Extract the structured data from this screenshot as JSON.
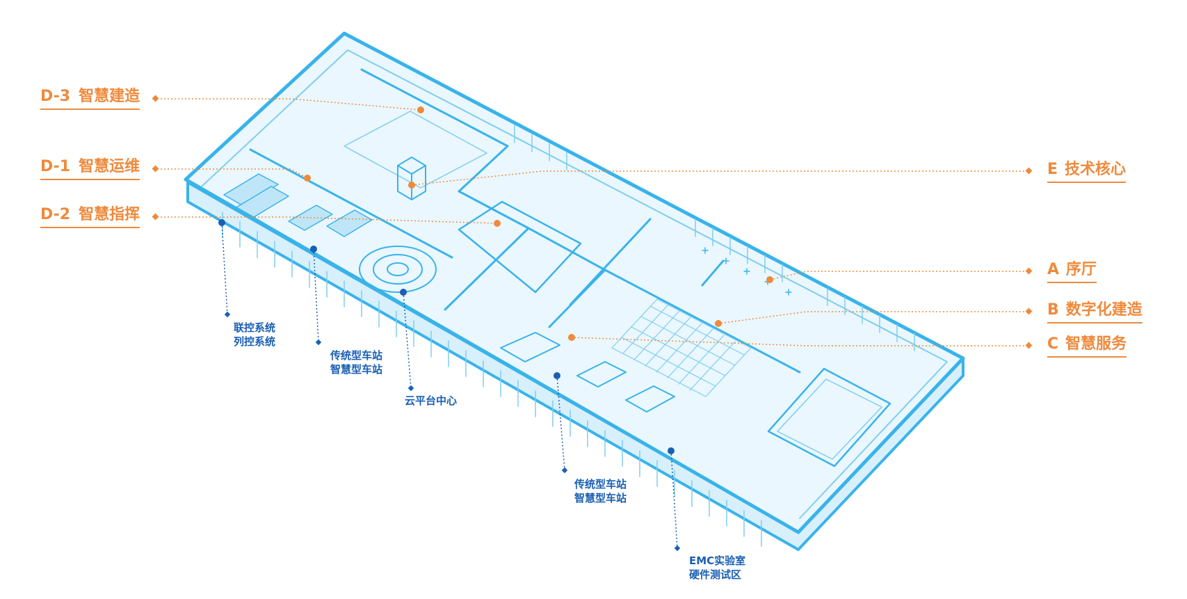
{
  "colors": {
    "structure": "#39b3ea",
    "structure_fill": "#eaf7fe",
    "structure_light": "#bfe6f8",
    "accent_orange": "#ee8a3c",
    "accent_blue": "#1a5fb4"
  },
  "zones_left": [
    {
      "code": "D-3",
      "name": "智慧建造"
    },
    {
      "code": "D-1",
      "name": "智慧运维"
    },
    {
      "code": "D-2",
      "name": "智慧指挥"
    }
  ],
  "zones_right": [
    {
      "code": "E",
      "name": "技术核心"
    },
    {
      "code": "A",
      "name": "序厅"
    },
    {
      "code": "B",
      "name": "数字化建造"
    },
    {
      "code": "C",
      "name": "智慧服务"
    }
  ],
  "facilities": [
    {
      "lines": [
        "联控系统",
        "列控系统"
      ]
    },
    {
      "lines": [
        "传统型车站",
        "智慧型车站"
      ]
    },
    {
      "lines": [
        "云平台中心"
      ]
    },
    {
      "lines": [
        "传统型车站",
        "智慧型车站"
      ]
    },
    {
      "lines": [
        "EMC实验室",
        "硬件测试区"
      ]
    }
  ]
}
